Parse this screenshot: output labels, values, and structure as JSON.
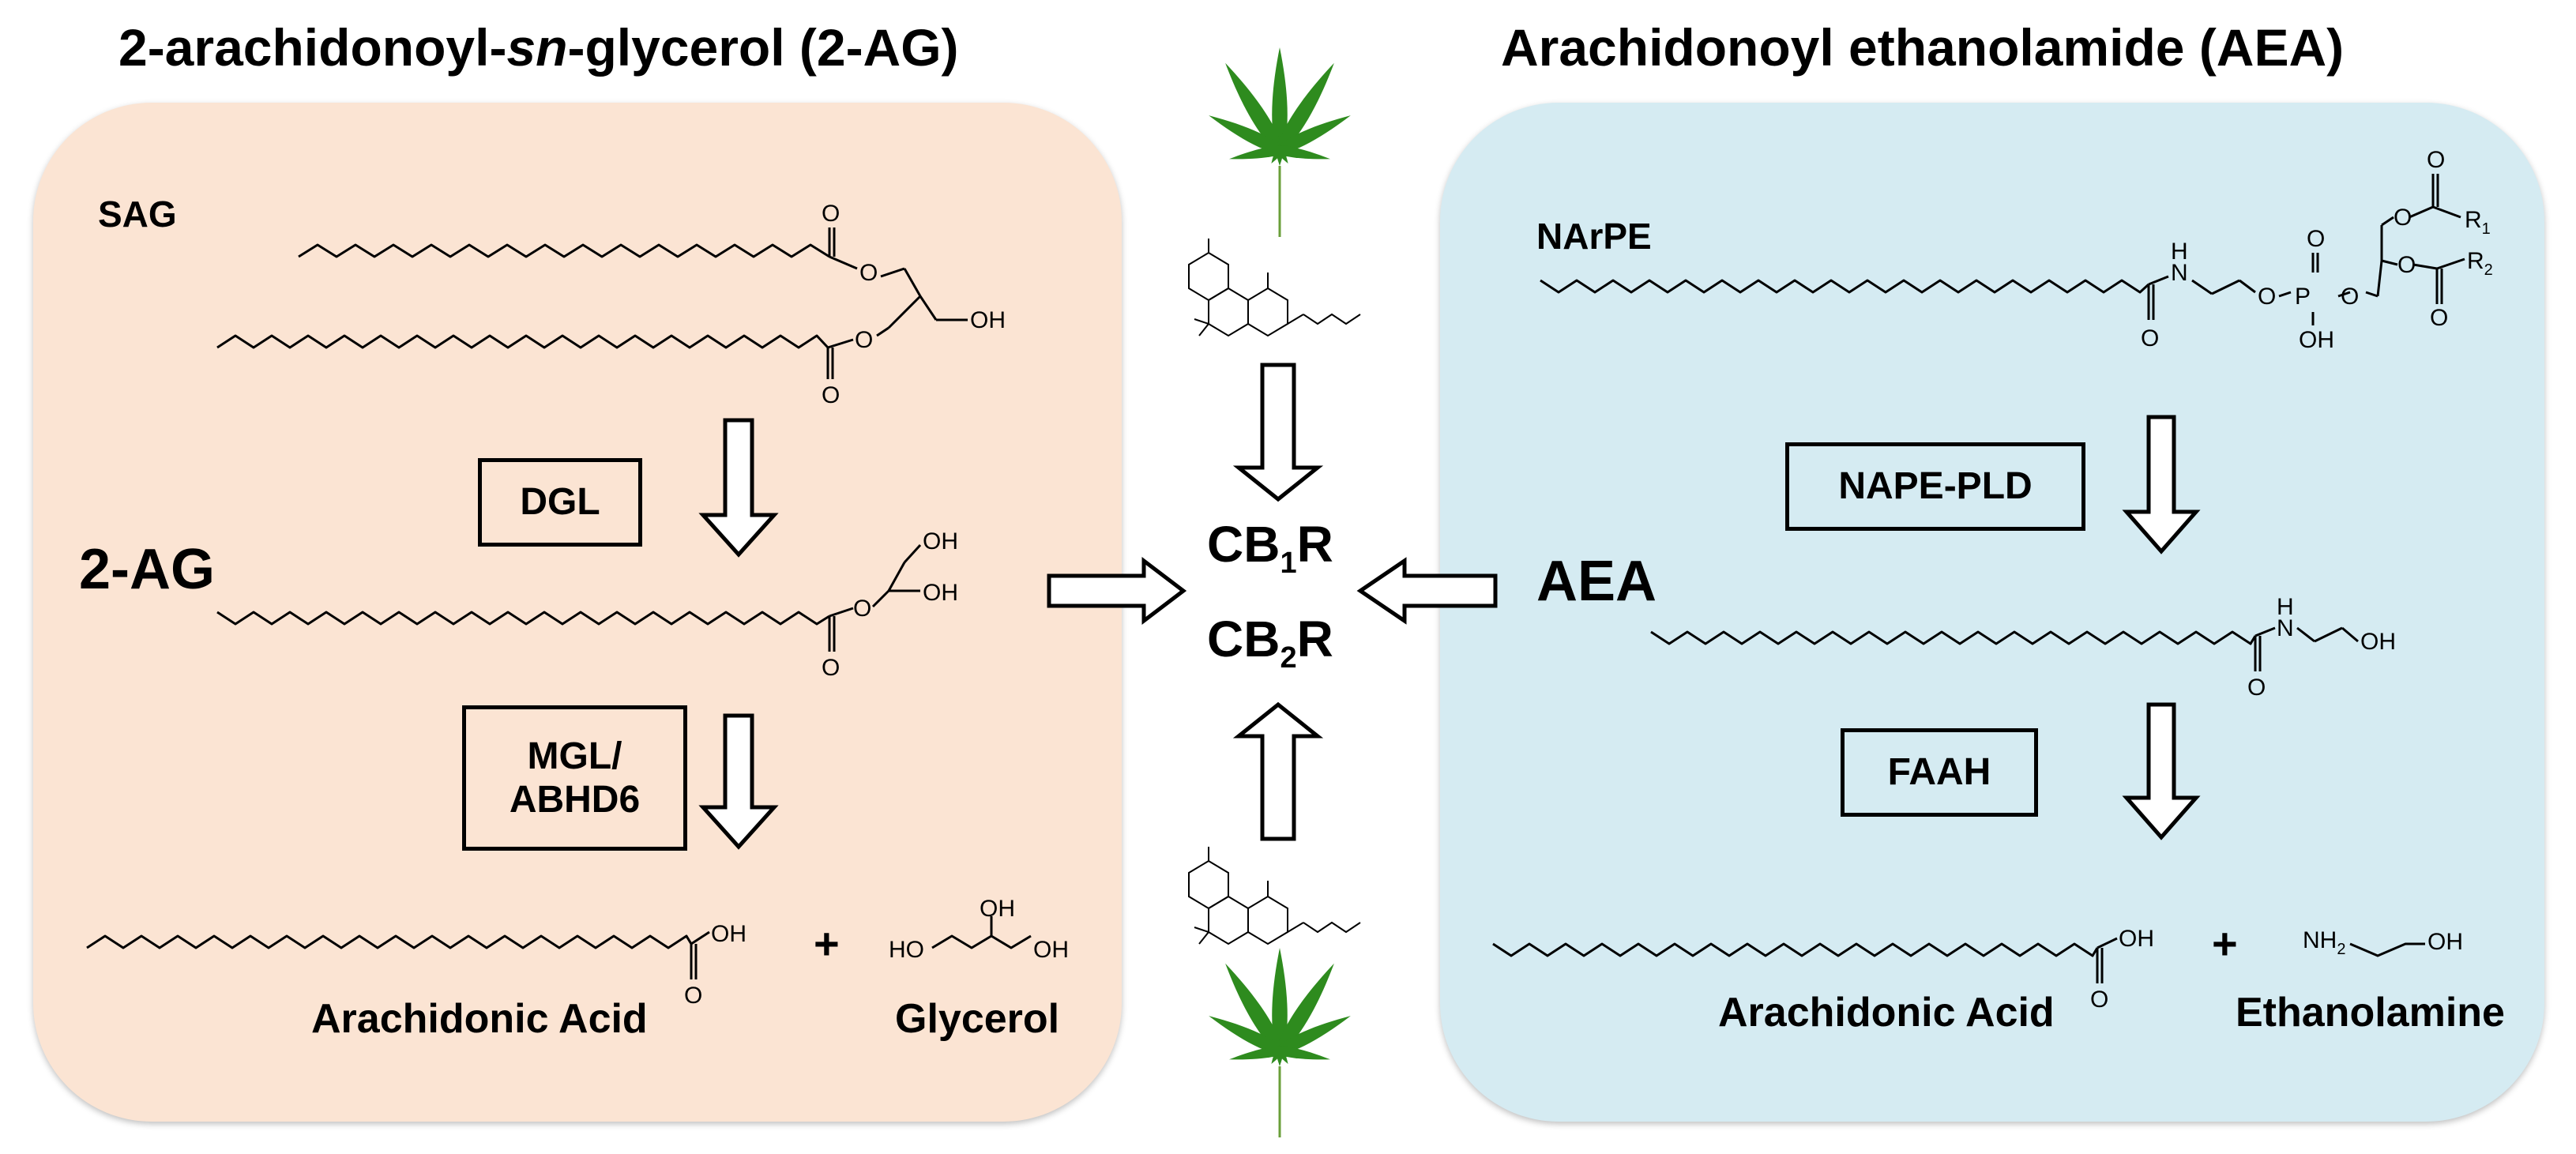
{
  "titles": {
    "left_prefix": "2-arachidonoyl-",
    "left_italic": "sn",
    "left_suffix": "-glycerol (2-AG)",
    "right": "Arachidonoyl ethanolamide (AEA)"
  },
  "left": {
    "precursor": "SAG",
    "product": "2-AG",
    "enzyme1": "DGL",
    "enzyme2_line1": "MGL/",
    "enzyme2_line2": "ABHD6",
    "final_acid": "Arachidonic Acid",
    "plus": "+",
    "final_other": "Glycerol"
  },
  "right": {
    "precursor": "NArPE",
    "product": "AEA",
    "enzyme1": "NAPE-PLD",
    "enzyme2": "FAAH",
    "final_acid": "Arachidonic Acid",
    "plus": "+",
    "final_other": "Ethanolamine"
  },
  "receptors": {
    "cb1_prefix": "CB",
    "cb1_sub": "1",
    "cb1_suffix": "R",
    "cb2_prefix": "CB",
    "cb2_sub": "2",
    "cb2_suffix": "R"
  },
  "chem_labels": {
    "oh": "OH",
    "ho": "HO",
    "o": "O",
    "h": "H",
    "n": "N",
    "p": "P",
    "r1": "R",
    "r1_sub": "1",
    "r2": "R",
    "r2_sub": "2",
    "nh2": "NH",
    "nh2_sub": "2"
  },
  "icons": [
    "cannabis-leaf-icon",
    "thc-molecule-icon",
    "down-arrow-icon",
    "up-arrow-icon",
    "right-arrow-icon",
    "left-arrow-icon"
  ],
  "colors": {
    "left_panel": "#fbe4d3",
    "right_panel": "#d5ebf2",
    "leaf_green": "#2e8b1e"
  }
}
